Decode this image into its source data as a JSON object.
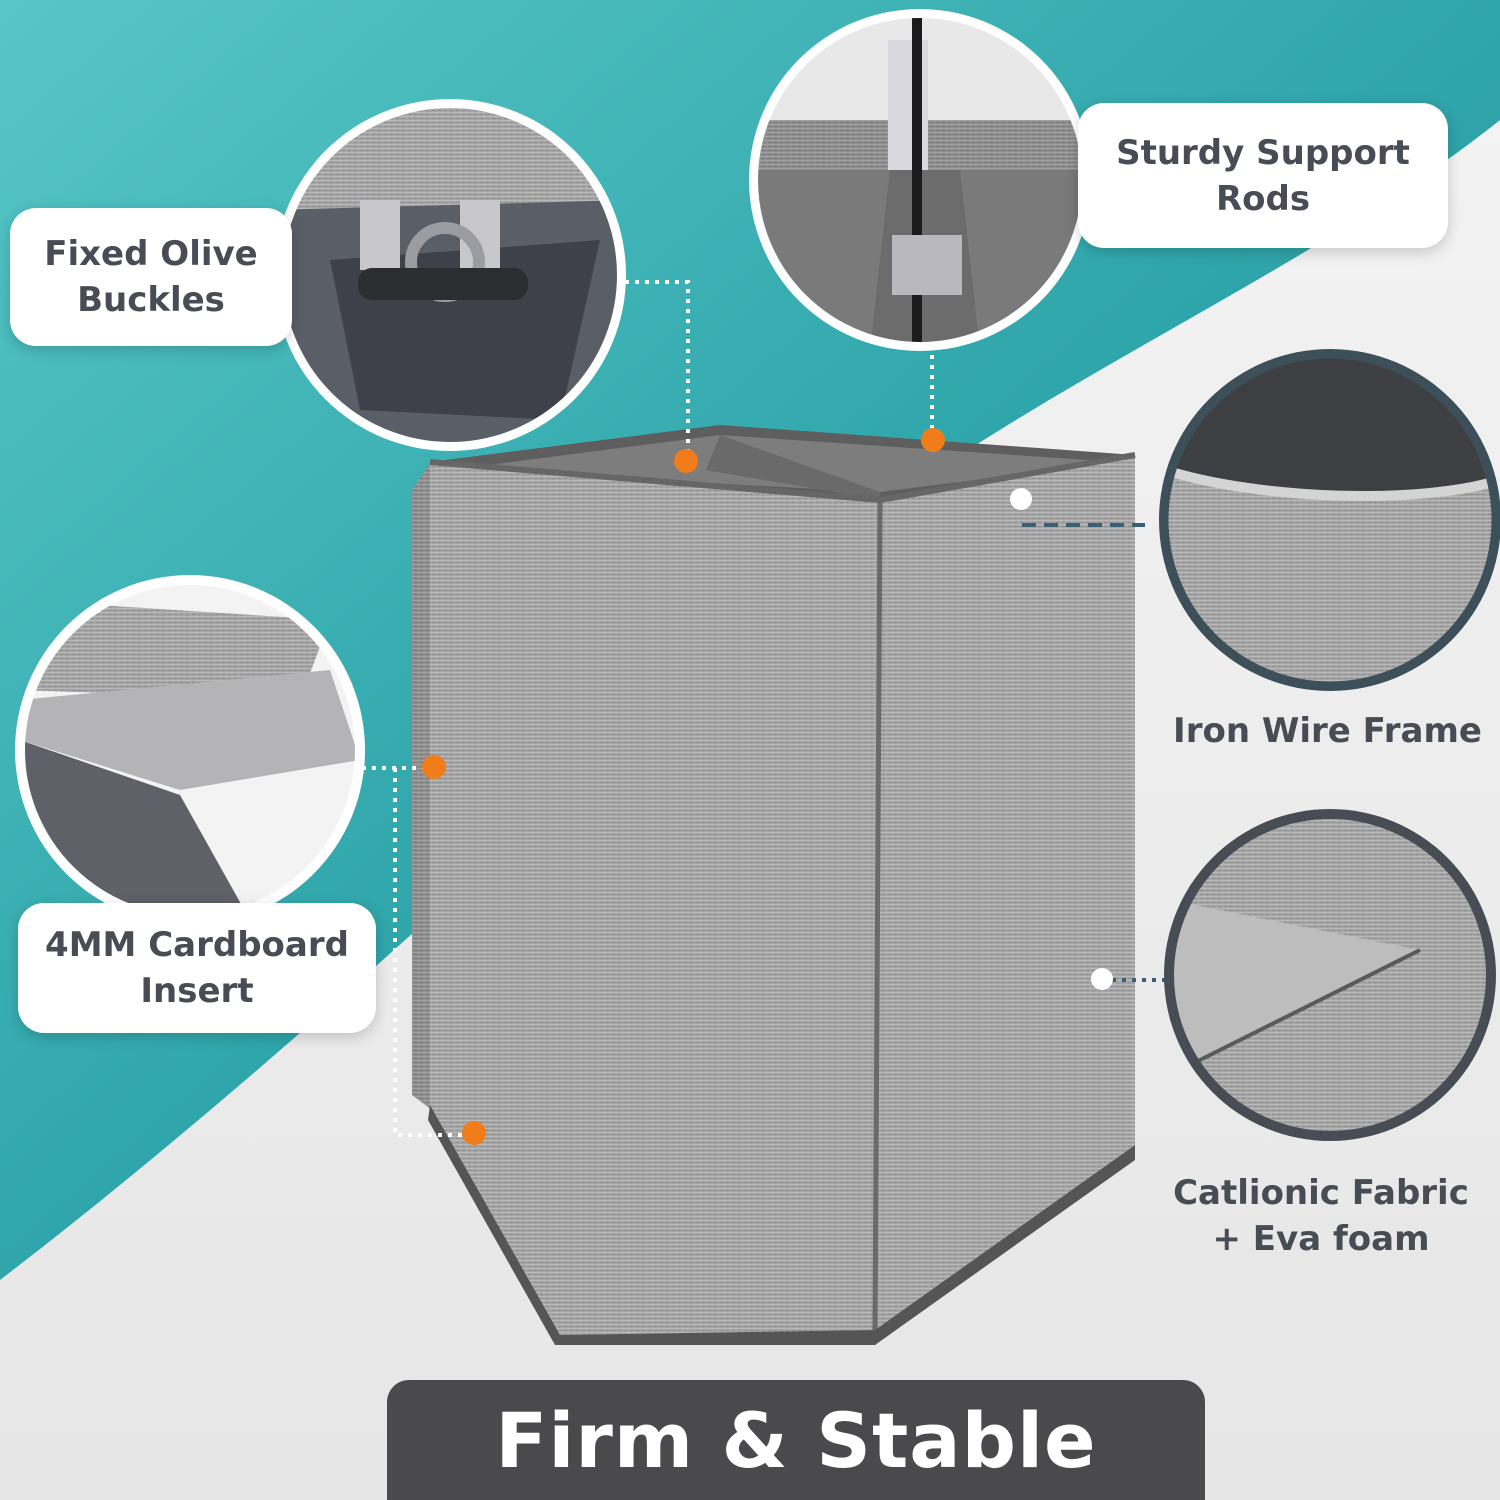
{
  "colors": {
    "teal": "#2fa6ab",
    "teal_light": "#57c6c6",
    "accent_orange": "#f07d1a",
    "text_dark": "#474c55",
    "banner_bg": "#4a4a4c",
    "fabric_grey": "#a3a3a3"
  },
  "features": {
    "buckles": {
      "line1": "Fixed Olive",
      "line2": "Buckles",
      "icon": "buckle-closeup"
    },
    "rods": {
      "line1": "Sturdy Support",
      "line2": "Rods",
      "icon": "rod-closeup"
    },
    "wire": {
      "line1": "Iron Wire Frame",
      "icon": "wire-frame-closeup"
    },
    "cardboard": {
      "line1": "4MM Cardboard",
      "line2": "Insert",
      "icon": "cardboard-layers-closeup"
    },
    "fabric": {
      "line1": "Catlionic Fabric",
      "line2": "+ Eva foam",
      "icon": "fabric-foam-closeup"
    }
  },
  "banner": {
    "text": "Firm & Stable"
  }
}
